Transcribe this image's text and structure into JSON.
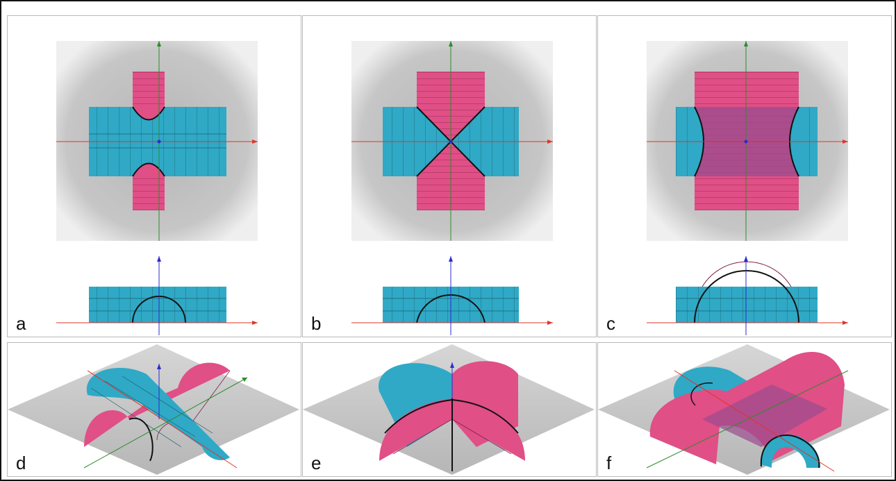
{
  "figure": {
    "panels": [
      {
        "id": "a",
        "label": "a"
      },
      {
        "id": "b",
        "label": "b"
      },
      {
        "id": "c",
        "label": "c"
      },
      {
        "id": "d",
        "label": "d"
      },
      {
        "id": "e",
        "label": "e"
      },
      {
        "id": "f",
        "label": "f"
      }
    ],
    "colors": {
      "cyan_cylinder": "#2fa9c6",
      "pink_cylinder": "#e04f86",
      "overlap": "#9a4c8e",
      "intersection_curve": "#111111",
      "ground_plane": "#bdbdbd",
      "x_axis": "#e0342b",
      "y_axis": "#2e8b2e",
      "z_axis": "#2b2bcc"
    }
  }
}
